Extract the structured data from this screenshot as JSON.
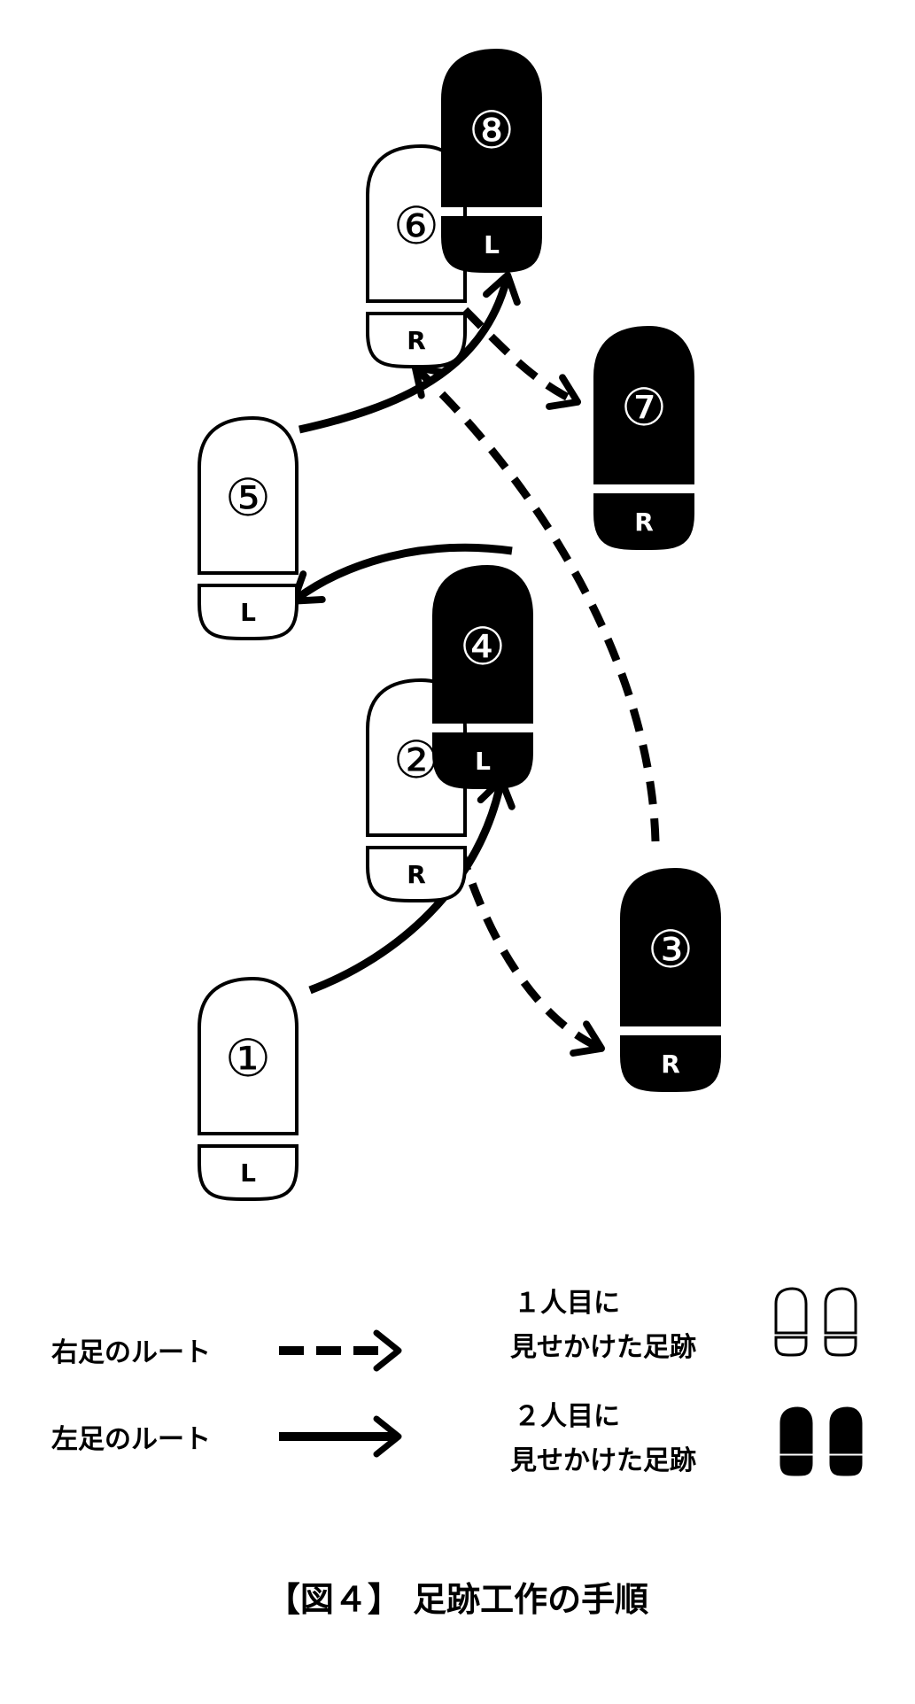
{
  "footprints": [
    {
      "number": "①",
      "foot": "L",
      "fill": "white"
    },
    {
      "number": "②",
      "foot": "R",
      "fill": "white"
    },
    {
      "number": "③",
      "foot": "R",
      "fill": "black"
    },
    {
      "number": "④",
      "foot": "L",
      "fill": "black"
    },
    {
      "number": "⑤",
      "foot": "L",
      "fill": "white"
    },
    {
      "number": "⑥",
      "foot": "R",
      "fill": "white"
    },
    {
      "number": "⑦",
      "foot": "R",
      "fill": "black"
    },
    {
      "number": "⑧",
      "foot": "L",
      "fill": "black"
    }
  ],
  "legend": {
    "right_route": "右足のルート",
    "left_route": "左足のルート",
    "first_person_line1": "１人目に",
    "first_person_line2": "見せかけた足跡",
    "second_person_line1": "２人目に",
    "second_person_line2": "見せかけた足跡"
  },
  "caption": "【図４】 足跡工作の手順",
  "colors": {
    "ink": "#000000",
    "paper": "#ffffff"
  }
}
